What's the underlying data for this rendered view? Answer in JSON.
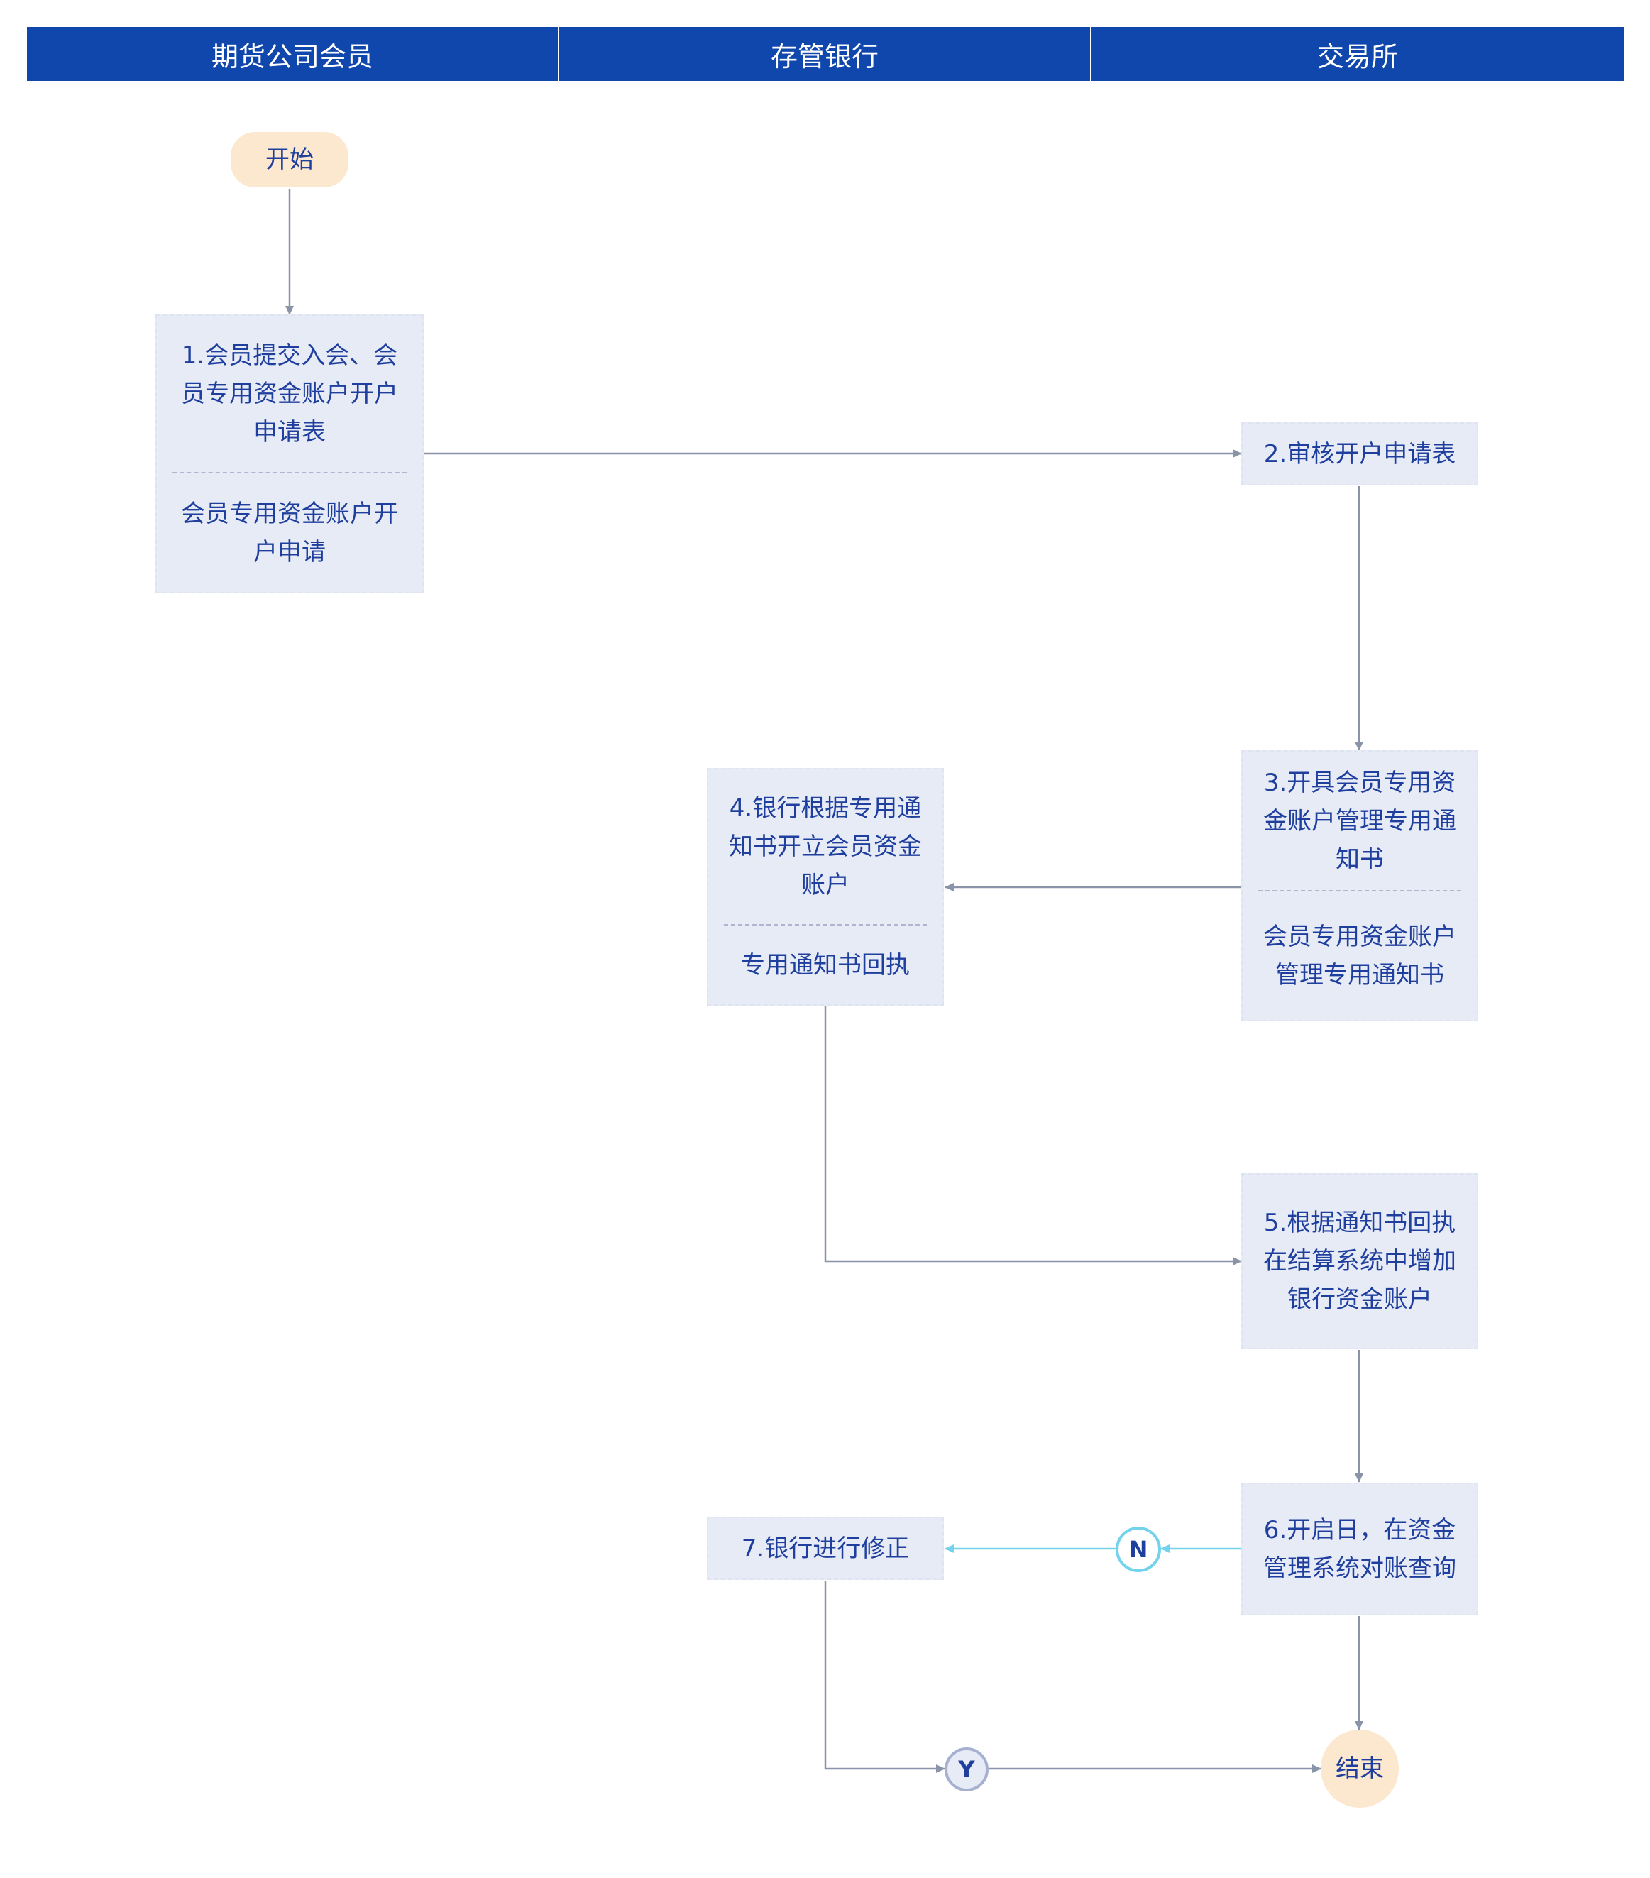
{
  "lanes": [
    "期货公司会员",
    "存管银行",
    "交易所"
  ],
  "nodes": {
    "start": "开始",
    "step1": {
      "title": "1.会员提交入会、会员专用资金账户开户申请表",
      "doc": "会员专用资金账户开户申请"
    },
    "step2": "2.审核开户申请表",
    "step3": {
      "title": "3.开具会员专用资金账户管理专用通知书",
      "doc": "会员专用资金账户管理专用通知书"
    },
    "step4": {
      "title": "4.银行根据专用通知书开立会员资金账户",
      "doc": "专用通知书回执"
    },
    "step5": "5.根据通知书回执在结算系统中增加银行资金账户",
    "step6": "6.开启日，在资金管理系统对账查询",
    "step7": "7.银行进行修正",
    "decision_no": "N",
    "decision_yes": "Y",
    "end": "结束"
  },
  "colors": {
    "header": "#0f47ad",
    "process_fill": "#e7ebf6",
    "text": "#1f3f9e",
    "terminator_fill": "#fce8cf",
    "connector": "#8a94a8",
    "no_branch": "#74d3ec"
  }
}
